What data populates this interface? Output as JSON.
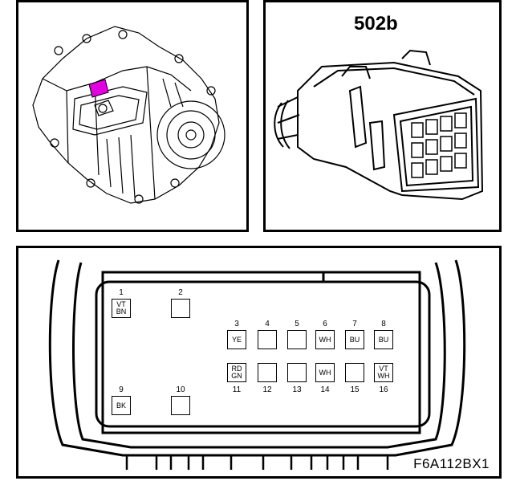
{
  "connector_label": "502b",
  "diagram_code": "F6A112BX1",
  "highlight_color": "#e000e0",
  "pins": [
    {
      "num": "1",
      "color": "VT\nBN"
    },
    {
      "num": "2",
      "color": ""
    },
    {
      "num": "3",
      "color": "YE"
    },
    {
      "num": "4",
      "color": ""
    },
    {
      "num": "5",
      "color": ""
    },
    {
      "num": "6",
      "color": "WH"
    },
    {
      "num": "7",
      "color": "BU"
    },
    {
      "num": "8",
      "color": "BU"
    },
    {
      "num": "9",
      "color": "BK"
    },
    {
      "num": "10",
      "color": ""
    },
    {
      "num": "11",
      "color": "RD\nGN"
    },
    {
      "num": "12",
      "color": ""
    },
    {
      "num": "13",
      "color": ""
    },
    {
      "num": "14",
      "color": "WH"
    },
    {
      "num": "15",
      "color": ""
    },
    {
      "num": "16",
      "color": "VT\nWH"
    }
  ]
}
